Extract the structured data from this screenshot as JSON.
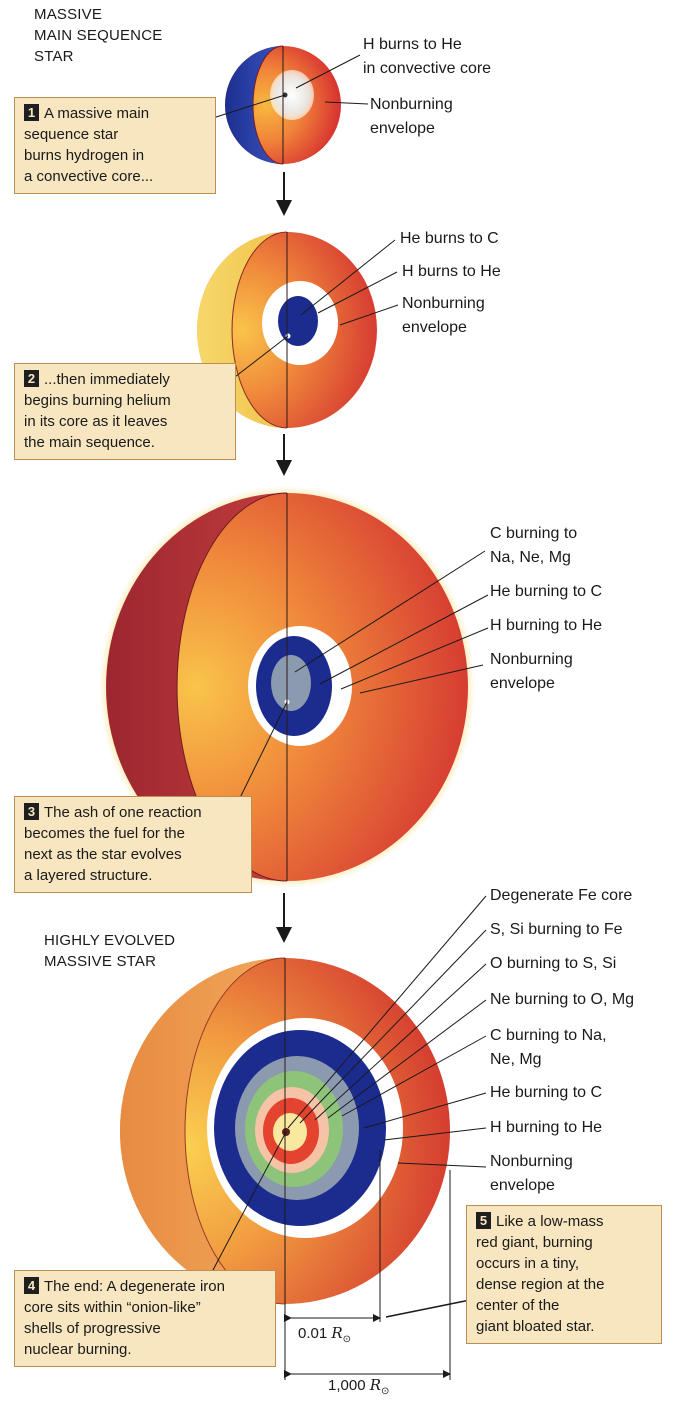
{
  "titles": {
    "top": [
      "MASSIVE",
      "MAIN SEQUENCE",
      "STAR"
    ],
    "bottom": [
      "HIGHLY EVOLVED",
      "MASSIVE STAR"
    ]
  },
  "stars": [
    {
      "labels": [
        "H burns to He",
        "in convective core",
        "Nonburning",
        "envelope"
      ]
    },
    {
      "labels": [
        "He burns to C",
        "H burns to He",
        "Nonburning",
        "envelope"
      ]
    },
    {
      "labels": [
        "C burning to",
        "Na, Ne, Mg",
        "He burning to C",
        "H burning to He",
        "Nonburning",
        "envelope"
      ]
    },
    {
      "labels": [
        "Degenerate Fe core",
        "S, Si burning to Fe",
        "O burning to S, Si",
        "Ne burning to O, Mg",
        "C burning to Na,",
        "Ne, Mg",
        "He burning to C",
        "H burning to He",
        "Nonburning",
        "envelope"
      ]
    }
  ],
  "callouts": [
    {
      "number": "1",
      "lines": [
        "A massive main",
        "sequence star",
        "burns hydrogen in",
        "a convective core..."
      ]
    },
    {
      "number": "2",
      "lines": [
        "...then immediately",
        "begins burning helium",
        "in its core as it leaves",
        "the main sequence."
      ]
    },
    {
      "number": "3",
      "lines": [
        "The ash of one reaction",
        "becomes the fuel for the",
        "next as the star evolves",
        "a layered structure."
      ]
    },
    {
      "number": "4",
      "lines": [
        "The end: A degenerate iron",
        "core sits within “onion-like”",
        "shells of  progressive",
        "nuclear burning."
      ]
    },
    {
      "number": "5",
      "lines": [
        "Like a low-mass",
        "red giant, burning",
        "occurs in a tiny,",
        "dense region at the",
        "center of the",
        "giant bloated star."
      ]
    }
  ],
  "scale": {
    "inner": {
      "value": "0.01",
      "unit_symbol": "R",
      "unit_subscript": "⊙"
    },
    "outer": {
      "value": "1,000",
      "unit_symbol": "R",
      "unit_subscript": "⊙"
    }
  },
  "colors": {
    "envelope_outer": "#d3252e",
    "envelope_inner": "#f6b03e",
    "shell_white": "#ffffff",
    "hydrogen_blue": "#1b2b8e",
    "helium_grey": "#8c9ab0",
    "neon_green": "#8dc47a",
    "callout_fill": "#f7e6c0"
  }
}
